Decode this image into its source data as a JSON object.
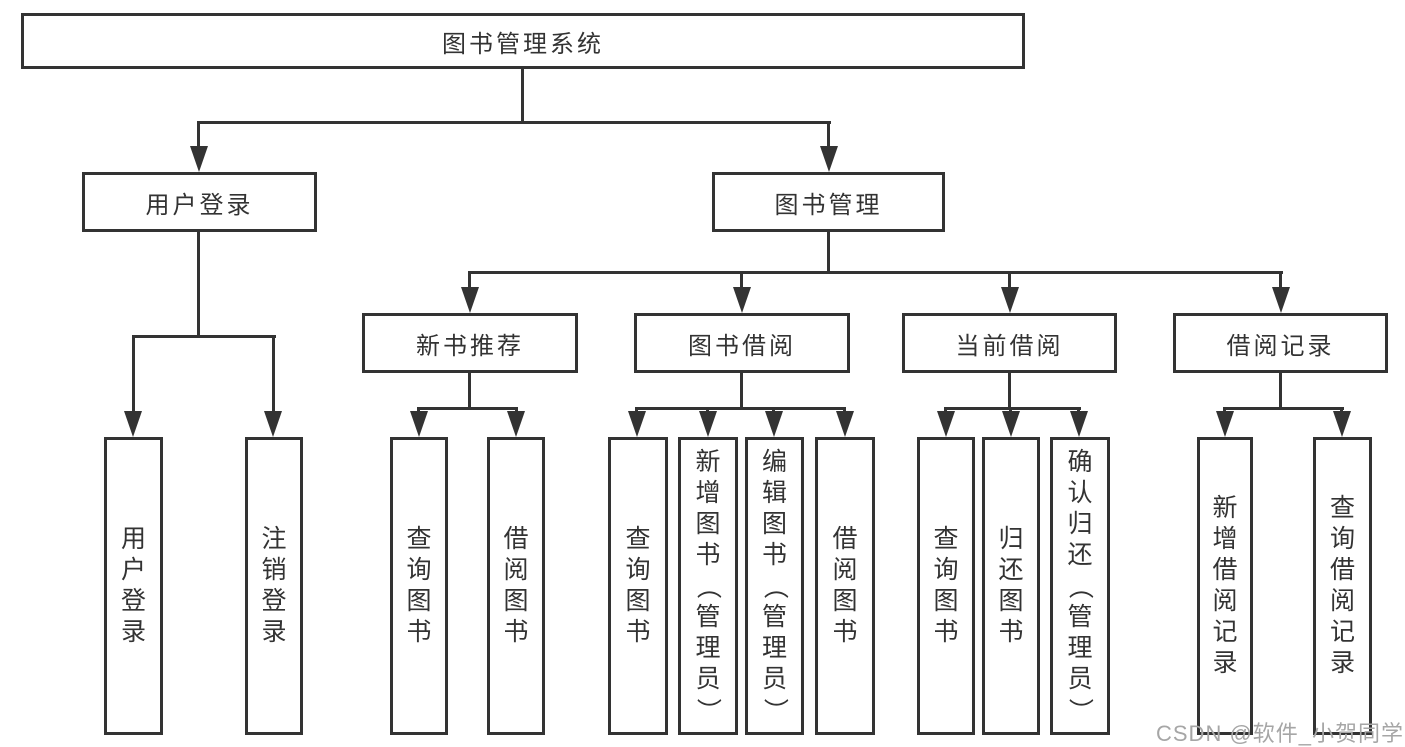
{
  "diagram": {
    "root": {
      "label": "图书管理系统"
    },
    "branches": [
      {
        "label": "用户登录",
        "children": [
          {
            "label": "用户登录"
          },
          {
            "label": "注销登录"
          }
        ]
      },
      {
        "label": "图书管理",
        "children": [
          {
            "label": "新书推荐",
            "children": [
              {
                "label": "查询图书"
              },
              {
                "label": "借阅图书"
              }
            ]
          },
          {
            "label": "图书借阅",
            "children": [
              {
                "label": "查询图书"
              },
              {
                "label": "新增图书（管理员）"
              },
              {
                "label": "编辑图书（管理员）"
              },
              {
                "label": "借阅图书"
              }
            ]
          },
          {
            "label": "当前借阅",
            "children": [
              {
                "label": "查询图书"
              },
              {
                "label": "归还图书"
              },
              {
                "label": "确认归还（管理员）"
              }
            ]
          },
          {
            "label": "借阅记录",
            "children": [
              {
                "label": "新增借阅记录"
              },
              {
                "label": "查询借阅记录"
              }
            ]
          }
        ]
      }
    ]
  },
  "watermark": {
    "text": "CSDN @软件_小贺同学"
  },
  "colors": {
    "line": "#333333",
    "text": "#333333",
    "background": "#ffffff",
    "watermark": "#a6a6a6"
  }
}
